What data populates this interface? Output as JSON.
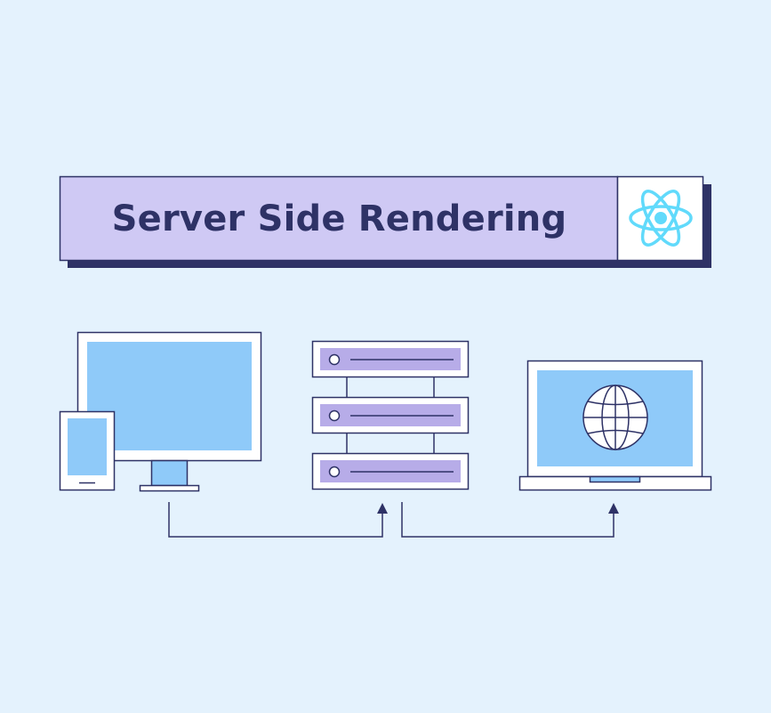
{
  "banner": {
    "title": "Server Side Rendering",
    "logo_icon": "react-atom-icon"
  },
  "diagram": {
    "nodes": [
      {
        "id": "client-devices",
        "icon": "desktop-and-phone-icon"
      },
      {
        "id": "server",
        "icon": "server-rack-icon"
      },
      {
        "id": "browser",
        "icon": "laptop-globe-icon"
      }
    ],
    "edges": [
      {
        "from": "client-devices",
        "to": "server",
        "icon": "arrow-up-icon"
      },
      {
        "from": "server",
        "to": "browser",
        "icon": "arrow-up-icon"
      }
    ]
  },
  "colors": {
    "background": "#e4f2fd",
    "banner_fill": "#cfc9f4",
    "banner_shadow": "#2e3266",
    "outline": "#2e3266",
    "screen_blue": "#8fcaf9",
    "server_purple": "#b7ace8",
    "react_cyan": "#61dafb",
    "white": "#ffffff"
  }
}
